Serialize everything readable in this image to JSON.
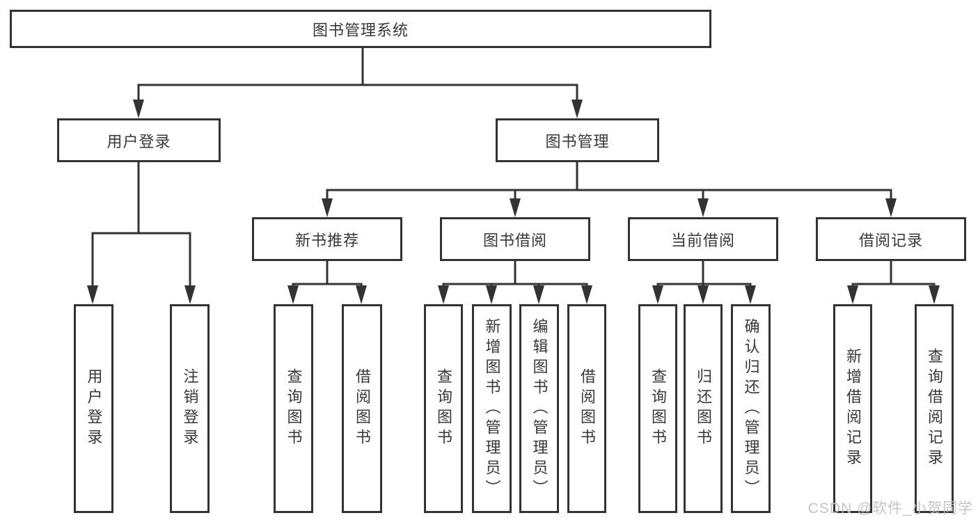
{
  "colors": {
    "line": "#333333",
    "box_border": "#333333",
    "box_bg": "#ffffff",
    "text": "#383838",
    "watermark": "#c2c2c2"
  },
  "watermark": "CSDN @软件_小贺同学",
  "tree": {
    "root": {
      "label": "图书管理系统",
      "children": [
        {
          "label": "用户登录",
          "children": [
            {
              "label": "用户登录"
            },
            {
              "label": "注销登录"
            }
          ]
        },
        {
          "label": "图书管理",
          "children": [
            {
              "label": "新书推荐",
              "children": [
                {
                  "label": "查询图书"
                },
                {
                  "label": "借阅图书"
                }
              ]
            },
            {
              "label": "图书借阅",
              "children": [
                {
                  "label": "查询图书"
                },
                {
                  "label": "新增图书（管理员）"
                },
                {
                  "label": "编辑图书（管理员）"
                },
                {
                  "label": "借阅图书"
                }
              ]
            },
            {
              "label": "当前借阅",
              "children": [
                {
                  "label": "查询图书"
                },
                {
                  "label": "归还图书"
                },
                {
                  "label": "确认归还（管理员）"
                }
              ]
            },
            {
              "label": "借阅记录",
              "children": [
                {
                  "label": "新增借阅记录"
                },
                {
                  "label": "查询借阅记录"
                }
              ]
            }
          ]
        }
      ]
    }
  }
}
